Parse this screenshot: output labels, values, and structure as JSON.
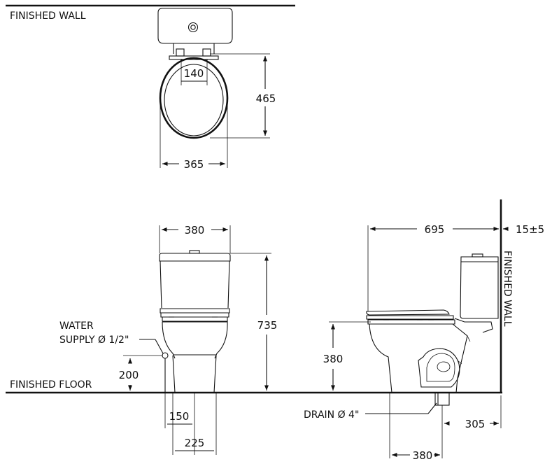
{
  "labels": {
    "finished_wall_top": "FINISHED WALL",
    "finished_wall_side": "FINISHED WALL",
    "finished_floor": "FINISHED FLOOR",
    "water_line1": "WATER",
    "water_line2": "SUPPLY Ø 1/2\"",
    "drain": "DRAIN Ø 4\""
  },
  "dimensions": {
    "seat_hinge_spacing": "140",
    "seat_length": "465",
    "seat_width": "365",
    "tank_width": "380",
    "overall_height": "735",
    "supply_height": "200",
    "supply_offset": "150",
    "pedestal_width": "225",
    "overall_depth": "695",
    "wall_gap": "15±5",
    "seat_height": "380",
    "drain_to_wall": "305",
    "bowl_front_to_drain": "380"
  }
}
